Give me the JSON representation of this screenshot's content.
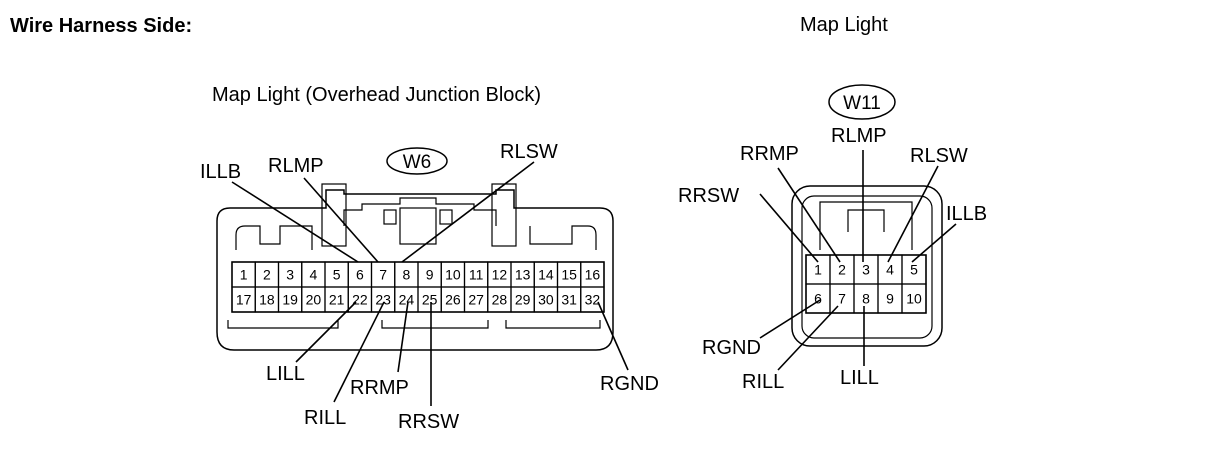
{
  "heading": "Wire Harness Side:",
  "left_connector": {
    "title": "Map Light (Overhead Junction Block)",
    "id": "W6",
    "pins_top": [
      "1",
      "2",
      "3",
      "4",
      "5",
      "6",
      "7",
      "8",
      "9",
      "10",
      "11",
      "12",
      "13",
      "14",
      "15",
      "16"
    ],
    "pins_bottom": [
      "17",
      "18",
      "19",
      "20",
      "21",
      "22",
      "23",
      "24",
      "25",
      "26",
      "27",
      "28",
      "29",
      "30",
      "31",
      "32"
    ],
    "signals": [
      {
        "name": "ILLB",
        "pin": "6"
      },
      {
        "name": "RLMP",
        "pin": "7"
      },
      {
        "name": "RLSW",
        "pin": "8"
      },
      {
        "name": "LILL",
        "pin": "22"
      },
      {
        "name": "RILL",
        "pin": "23"
      },
      {
        "name": "RRMP",
        "pin": "24"
      },
      {
        "name": "RRSW",
        "pin": "25"
      },
      {
        "name": "RGND",
        "pin": "32"
      }
    ]
  },
  "right_connector": {
    "title": "Map Light",
    "id": "W11",
    "pins_top": [
      "1",
      "2",
      "3",
      "4",
      "5"
    ],
    "pins_bottom": [
      "6",
      "7",
      "8",
      "9",
      "10"
    ],
    "signals": [
      {
        "name": "RRSW",
        "pin": "1"
      },
      {
        "name": "RRMP",
        "pin": "2"
      },
      {
        "name": "RLMP",
        "pin": "3"
      },
      {
        "name": "RLSW",
        "pin": "4"
      },
      {
        "name": "ILLB",
        "pin": "5"
      },
      {
        "name": "RGND",
        "pin": "6"
      },
      {
        "name": "RILL",
        "pin": "7"
      },
      {
        "name": "LILL",
        "pin": "8"
      }
    ]
  }
}
